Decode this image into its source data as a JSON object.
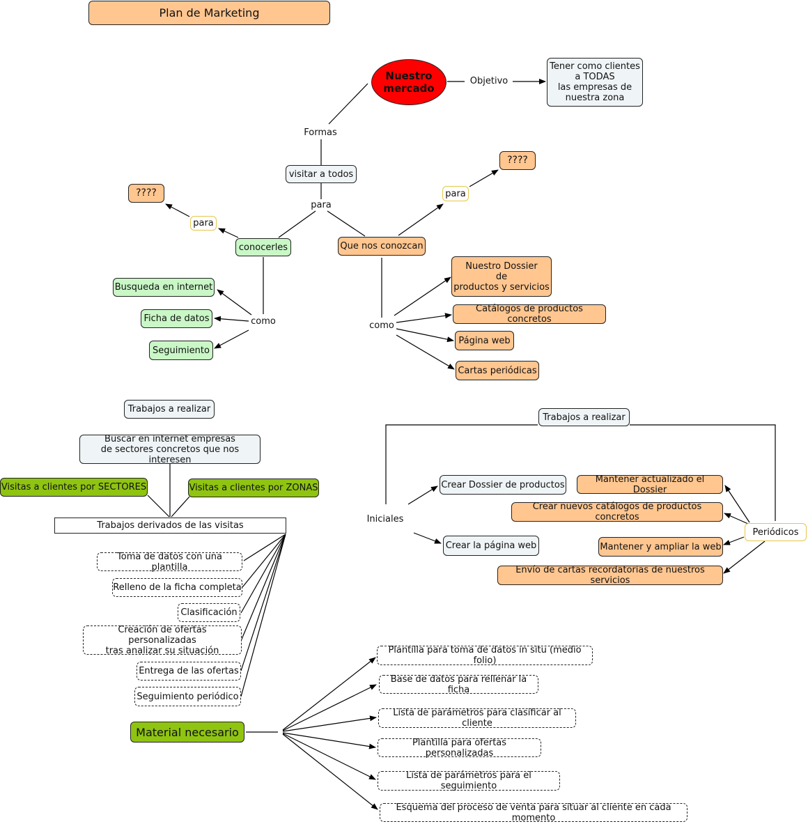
{
  "title": "Plan de Marketing",
  "nodes": {
    "center": "Nuestro\nmercado",
    "objetivo": "Objetivo",
    "goal": "Tener como clientes\na TODAS\nlas empresas de\nnuestra zona",
    "formas": "Formas",
    "visitar": "visitar a todos",
    "para_center": "para",
    "q_left": "????",
    "para_left": "para",
    "conocerles": "conocerles",
    "q_right": "????",
    "para_right": "para",
    "que_nos": "Que nos conozcan",
    "busqueda": "Busqueda en internet",
    "ficha": "Ficha de datos",
    "seguimiento": "Seguimiento",
    "como_left": "como",
    "como_right": "como",
    "dossier": "Nuestro Dossier\nde\nproductos y servicios",
    "catalogos": "Catálogos de productos concretos",
    "pagina": "Página web",
    "cartas": "Cartas periódicas"
  },
  "left_section": {
    "trabajos": "Trabajos a realizar",
    "buscar": "Buscar en internet empresas\nde sectores concretos que nos interesen",
    "sectores": "Visitas a clientes por SECTORES",
    "zonas": "Visitas a clientes por ZONAS",
    "derivados": "Trabajos derivados de las visitas",
    "tasks": [
      "Toma de datos con una plantilla",
      "Relleno de la ficha completa",
      "Clasificación",
      "Creación de ofertas personalizadas\ntras analizar su situación",
      "Entrega de las ofertas",
      "Seguimiento periódico"
    ]
  },
  "right_section": {
    "trabajos": "Trabajos a realizar",
    "iniciales": "Iniciales",
    "crear_dossier": "Crear Dossier de productos",
    "crear_web": "Crear la página web",
    "periodicos": "Periódicos",
    "periodic_tasks": [
      "Mantener actualizado el Dossier",
      "Crear nuevos catálogos de productos concretos",
      "Mantener y ampliar la web",
      "Envío de cartas recordatorias de nuestros servicios"
    ]
  },
  "material": {
    "title": "Material necesario",
    "items": [
      "Plantilla para toma de datos in situ (medio folio)",
      "Base de datos para rellenar la ficha",
      "Lista de parámetros para clasificar al cliente",
      "Plantilla para ofertas personalizadas",
      "Lista de parámetros para el seguimiento",
      "Esquema del proceso de venta para situar al cliente en cada momento"
    ]
  },
  "colors": {
    "orange": "#ffc690",
    "light_green": "#c9f7c6",
    "light_blue": "#eff4f6",
    "dark_green": "#8fc411",
    "red": "#ff0000",
    "yellow_border": "#e7c64b"
  }
}
